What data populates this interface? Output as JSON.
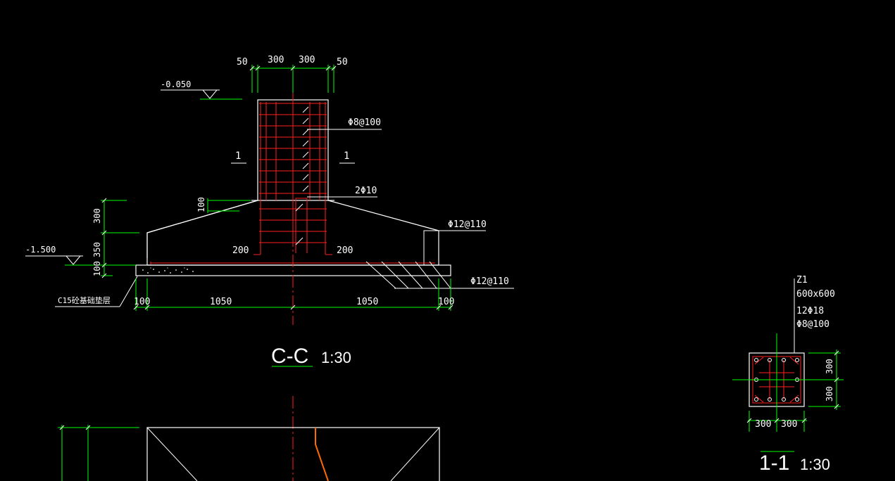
{
  "colors": {
    "background": "#000000",
    "outline": "#ffffff",
    "dimension": "#00ff00",
    "rebar": "#ff2020",
    "orange_line": "#ff6a00"
  },
  "section_cc": {
    "title": "C-C",
    "scale": "1:30",
    "top_dims": [
      "50",
      "300",
      "300",
      "50"
    ],
    "elevation_top": "-0.050",
    "elevation_bottom": "-1.500",
    "section_mark_left": "1",
    "section_mark_right": "1",
    "label_stirrup": "Φ8@100",
    "label_bar": "2Φ10",
    "label_top_bar": "Φ12@110",
    "label_bottom_bar": "Φ12@110",
    "dim_100_upper": "100",
    "hook_left": "200",
    "hook_right": "200",
    "left_dims": [
      "300",
      "350",
      "100"
    ],
    "bottom_dims": [
      "100",
      "1050",
      "1050",
      "100"
    ],
    "blinding_label": "C15砼基础垫层"
  },
  "section_11": {
    "title": "1-1",
    "scale": "1:30",
    "column_id": "Z1",
    "column_size": "600x600",
    "main_bars": "12Φ18",
    "stirrups": "Φ8@100",
    "right_dims": [
      "300",
      "300"
    ],
    "bottom_dims": [
      "300",
      "300"
    ]
  }
}
